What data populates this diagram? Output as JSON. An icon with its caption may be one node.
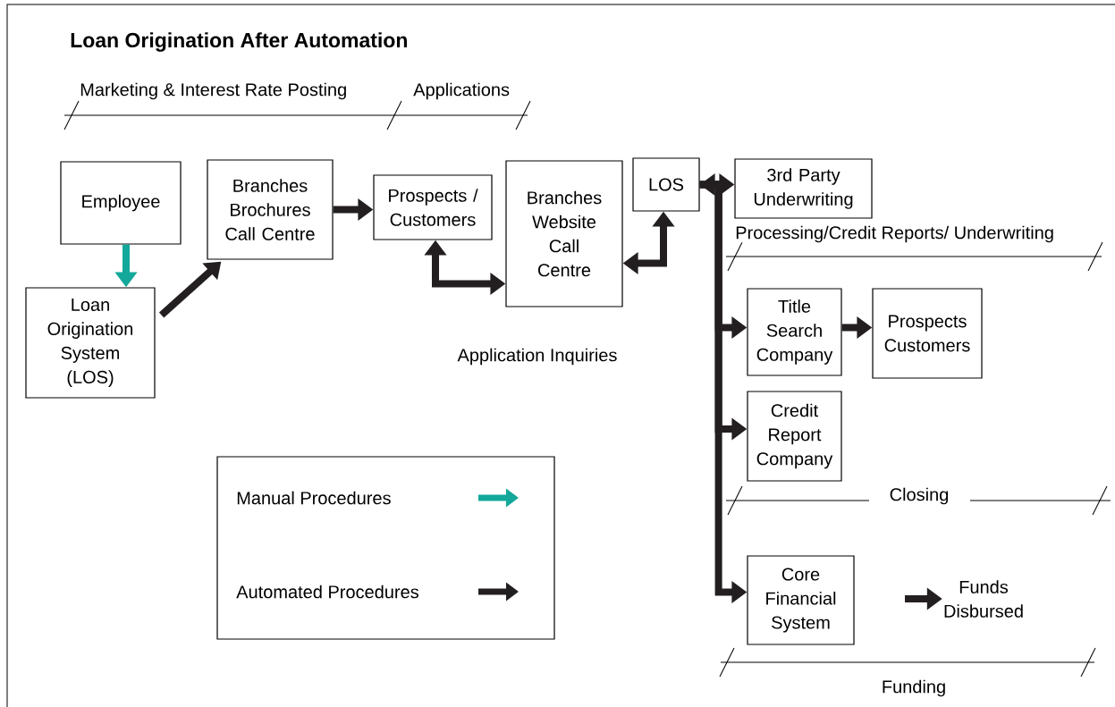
{
  "diagram": {
    "title": "Loan Origination After Automation",
    "nodes": [
      {
        "text": [
          "Employee"
        ]
      },
      {
        "text": [
          "Loan Origination System (LOS)"
        ]
      },
      {
        "text": [
          "Branches Brochures Call Centre"
        ]
      },
      {
        "text": [
          "Prospects / Customers"
        ]
      },
      {
        "text": [
          "Branches Website Call Centre"
        ]
      },
      {
        "text": [
          "LOS"
        ]
      },
      {
        "text": [
          "3rd Party Underwriting"
        ]
      },
      {
        "text": [
          "Title Search Company"
        ]
      },
      {
        "text": [
          "Prospects Customers"
        ]
      },
      {
        "text": [
          "Credit Report Company"
        ]
      },
      {
        "text": [
          "Core Financial System"
        ]
      },
      {
        "text": [
          "Funds Disbursed"
        ]
      }
    ],
    "edges": [
      {
        "from": 0,
        "to": 1,
        "arrow": "to",
        "color": "#14a89a"
      },
      {
        "from": 1,
        "to": 2,
        "arrow": "to"
      },
      {
        "from": 2,
        "to": 3,
        "arrow": "to"
      },
      {
        "from": 3,
        "to": 4,
        "arrow": "both"
      },
      {
        "from": 4,
        "to": 5,
        "arrow": "both"
      },
      {
        "from": 5,
        "to": 6,
        "arrow": "both"
      },
      {
        "from": 5,
        "to": 7,
        "arrow": "to"
      },
      {
        "from": 5,
        "to": 9,
        "arrow": "to"
      },
      {
        "from": 5,
        "to": 10,
        "arrow": "to"
      },
      {
        "from": 7,
        "to": 8,
        "arrow": "to"
      },
      {
        "from": null,
        "to": 11,
        "arrow": "to"
      }
    ],
    "labels": [
      "Marketing & Interest Rate Posting",
      "Applications",
      "Processing/Credit Reports/ Underwriting",
      "Application Inquiries",
      "Closing",
      "Funding"
    ],
    "legend": [
      {
        "text": "Manual Procedures",
        "color": "#14a89a"
      },
      {
        "text": "Automated Procedures",
        "color": "#231f20"
      }
    ]
  }
}
